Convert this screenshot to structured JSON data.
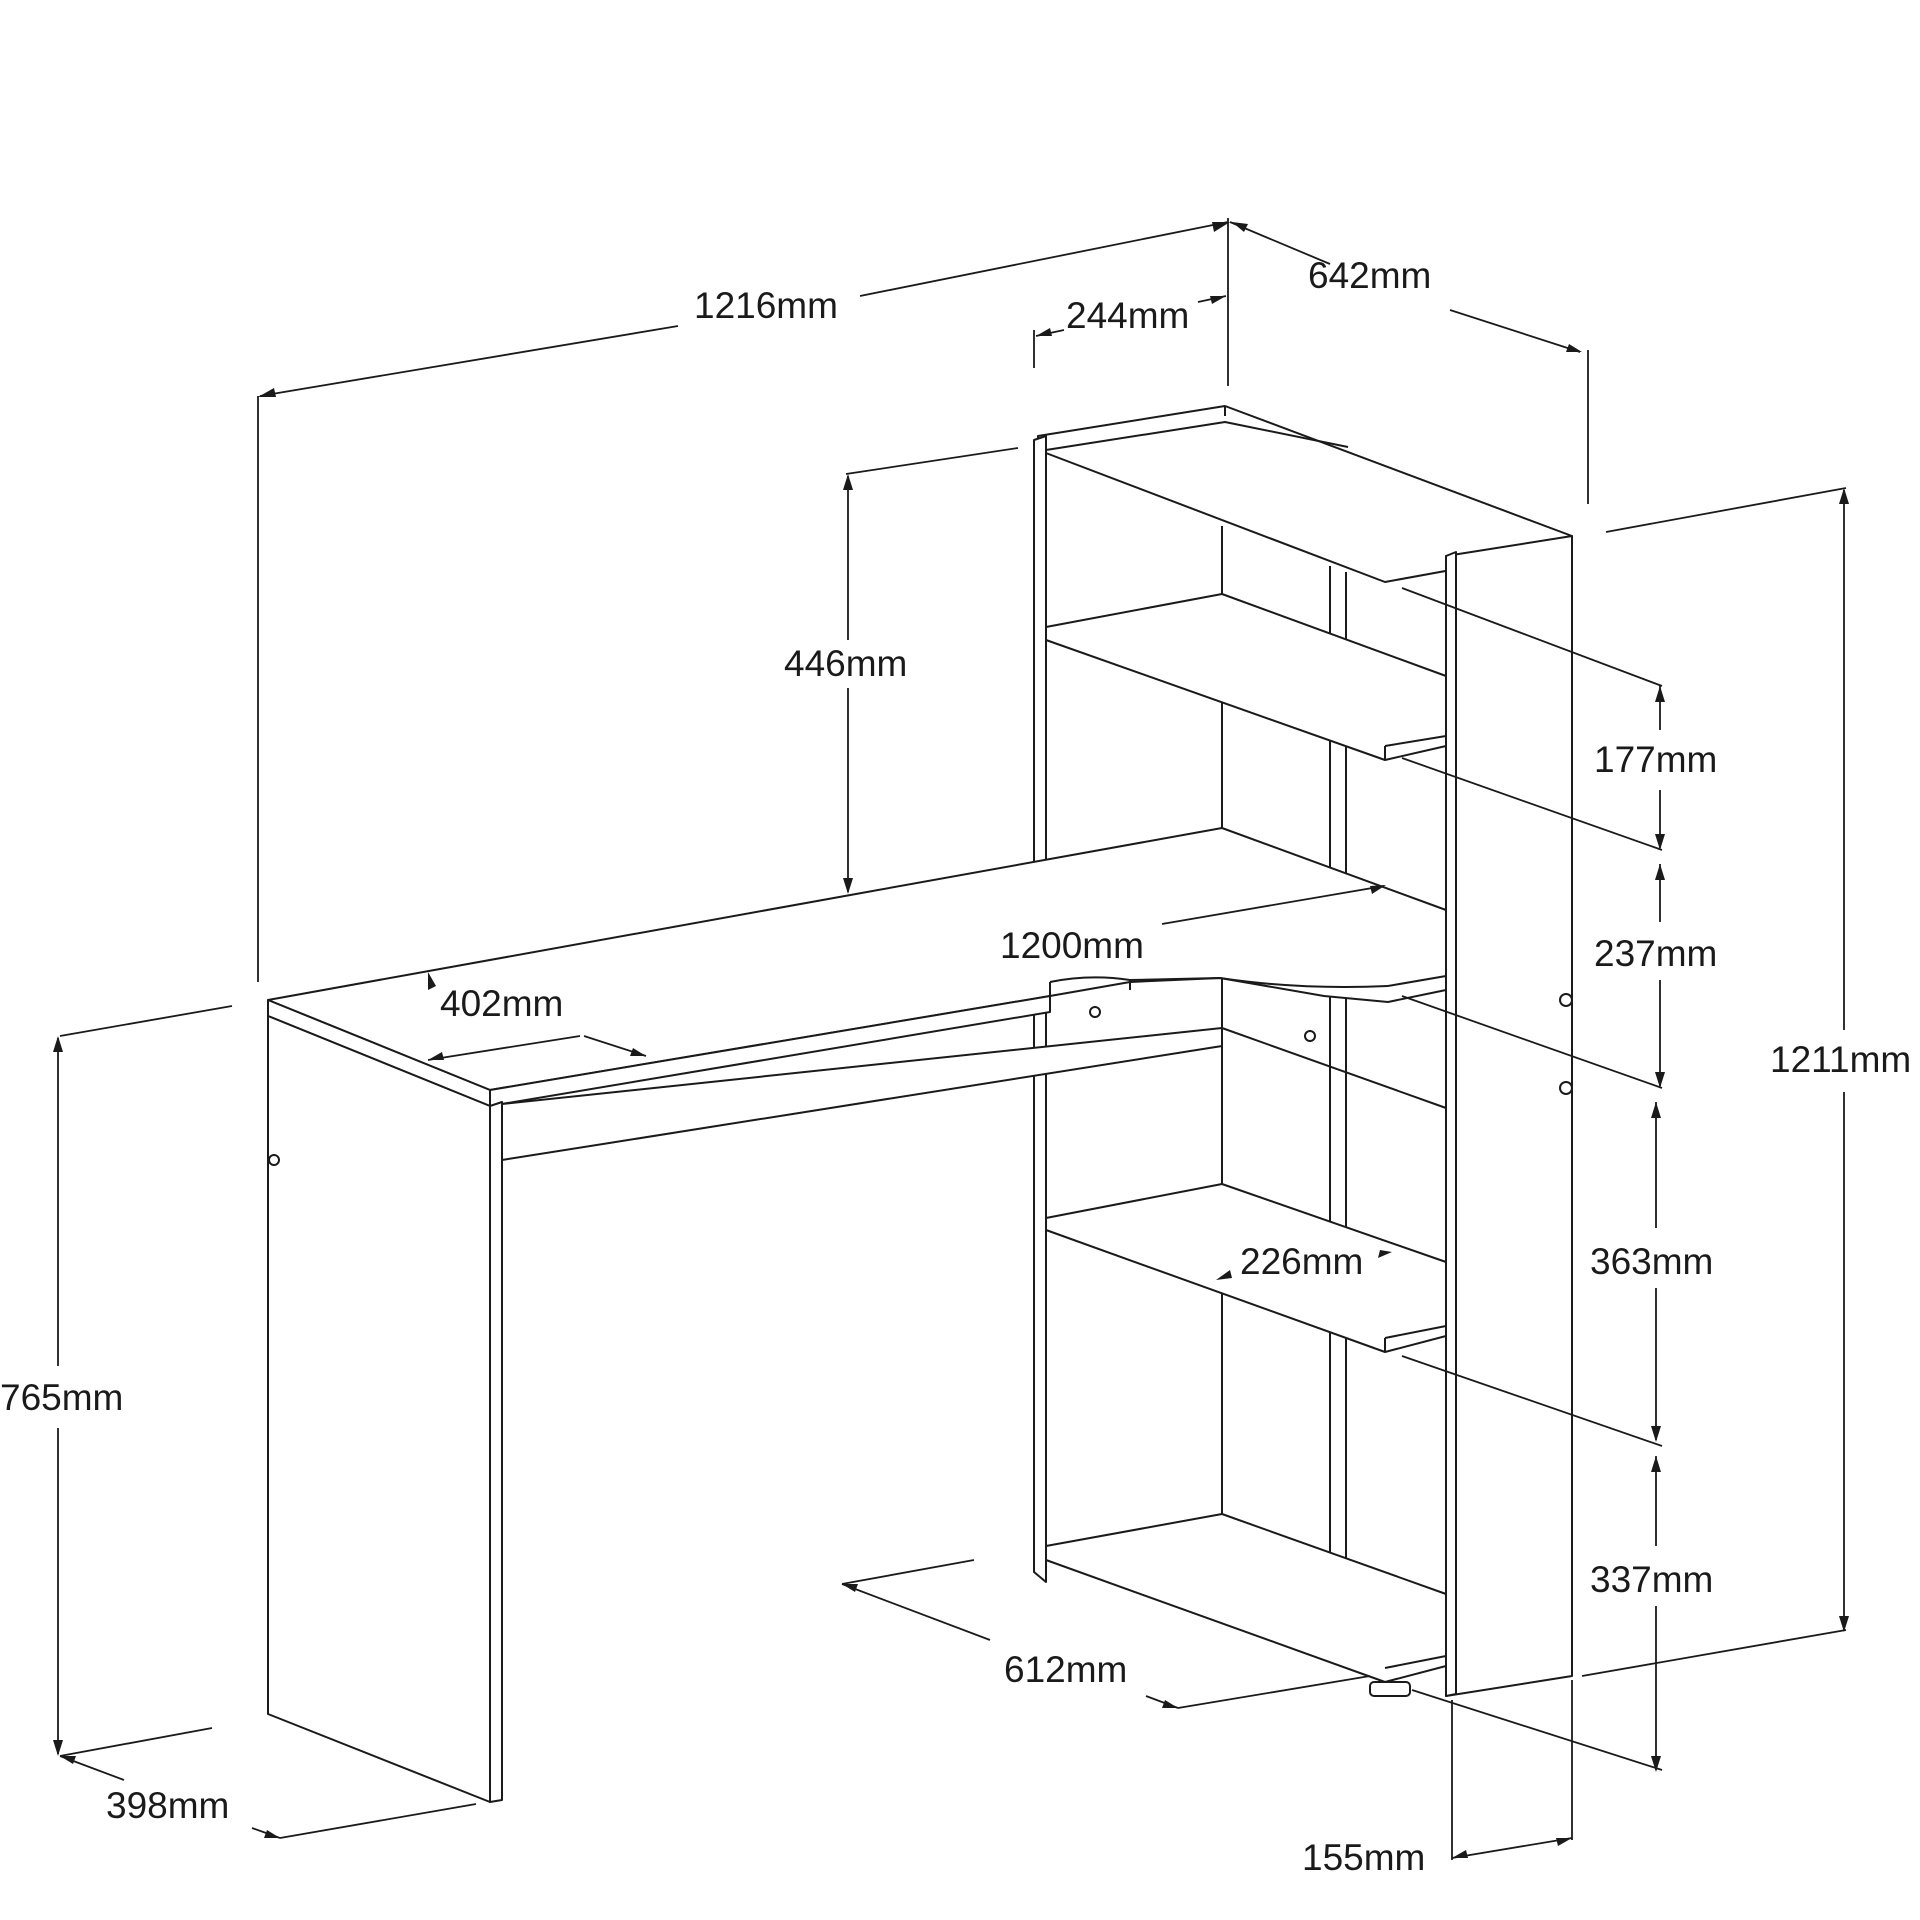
{
  "diagram": {
    "subject": "corner desk with bookshelf unit",
    "dimensions": {
      "total_width": "1216mm",
      "total_depth": "642mm",
      "shelf_depth_top": "244mm",
      "upper_height": "446mm",
      "shelf_gap_1": "177mm",
      "shelf_gap_2": "237mm",
      "desktop_length": "1200mm",
      "desktop_depth": "402mm",
      "total_height": "1211mm",
      "desk_height": "765mm",
      "shelf_gap_3": "363mm",
      "shelf_depth_mid": "226mm",
      "shelf_gap_4": "337mm",
      "base_depth": "612mm",
      "leg_depth": "398mm",
      "panel_depth": "155mm"
    }
  }
}
